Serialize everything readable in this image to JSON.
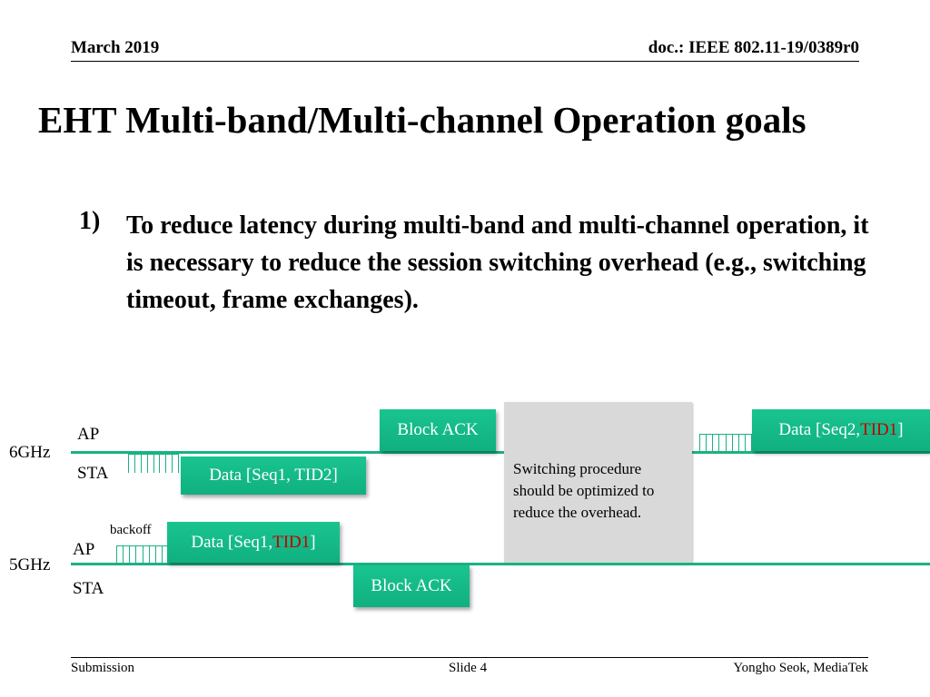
{
  "header": {
    "date": "March 2019",
    "doc": "doc.: IEEE 802.11-19/0389r0"
  },
  "title": "EHT Multi-band/Multi-channel Operation goals",
  "bullet": {
    "number": "1)",
    "text": "To reduce latency during multi-band and multi-channel operation, it is necessary to reduce the session switching overhead (e.g., switching timeout, frame exchanges)."
  },
  "diagram": {
    "band_6ghz": {
      "label": "6GHz",
      "ap_label": "AP",
      "sta_label": "STA",
      "block_ack": "Block ACK",
      "data_sta": "Data [Seq1, TID2]",
      "data_ap_prefix": "Data [Seq2, ",
      "data_ap_tid": "TID1",
      "data_ap_suffix": "]"
    },
    "band_5ghz": {
      "label": "5GHz",
      "ap_label": "AP",
      "sta_label": "STA",
      "backoff": "backoff",
      "data_ap_prefix": "Data [Seq1, ",
      "data_ap_tid": "TID1",
      "data_ap_suffix": "]",
      "block_ack": "Block ACK"
    },
    "note": "Switching procedure should be optimized to reduce the overhead.",
    "colors": {
      "line": "#19b283",
      "box": "#13b987",
      "tid_highlight": "#c00000",
      "note_bg": "#d9d9d9"
    }
  },
  "footer": {
    "left": "Submission",
    "center": "Slide 4",
    "right": "Yongho Seok, MediaTek"
  }
}
